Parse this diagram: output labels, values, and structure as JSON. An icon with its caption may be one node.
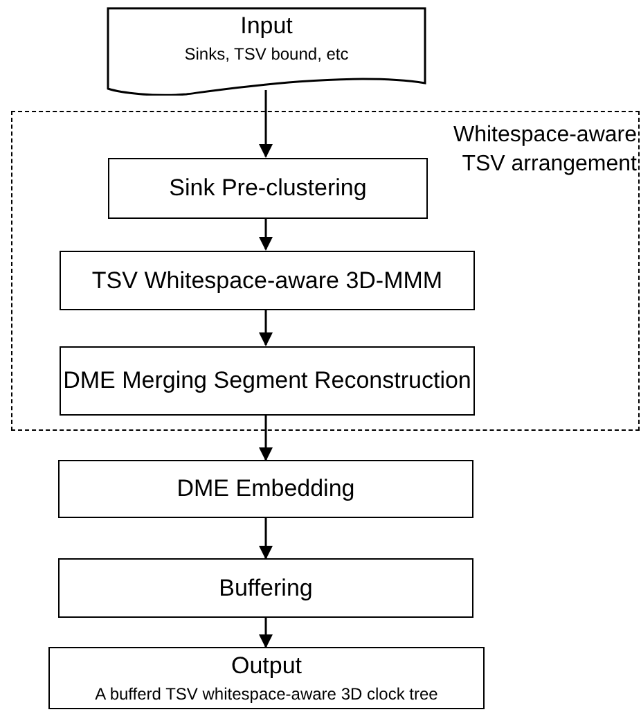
{
  "diagram": {
    "nodes": [
      {
        "text": [
          "Input",
          "Sinks, TSV bound, etc"
        ]
      },
      {
        "text": [
          "Whitespace-aware TSV arrangement"
        ]
      },
      {
        "text": [
          "Sink Pre-clustering"
        ],
        "in": 1
      },
      {
        "text": [
          "TSV Whitespace-aware 3D-MMM"
        ],
        "in": 1
      },
      {
        "text": [
          "DME Merging Segment Reconstruction"
        ],
        "in": 1
      },
      {
        "text": [
          "DME Embedding"
        ]
      },
      {
        "text": [
          "Buffering"
        ]
      },
      {
        "text": [
          "Output",
          "A bufferd TSV whitespace-aware 3D clock tree"
        ]
      }
    ],
    "edges": [
      {
        "from": 0,
        "to": 2,
        "arrow": "to"
      },
      {
        "from": 2,
        "to": 3,
        "arrow": "to"
      },
      {
        "from": 3,
        "to": 4,
        "arrow": "to"
      },
      {
        "from": 4,
        "to": 5,
        "arrow": "to"
      },
      {
        "from": 5,
        "to": 6,
        "arrow": "to"
      },
      {
        "from": 6,
        "to": 7,
        "arrow": "to"
      }
    ]
  }
}
